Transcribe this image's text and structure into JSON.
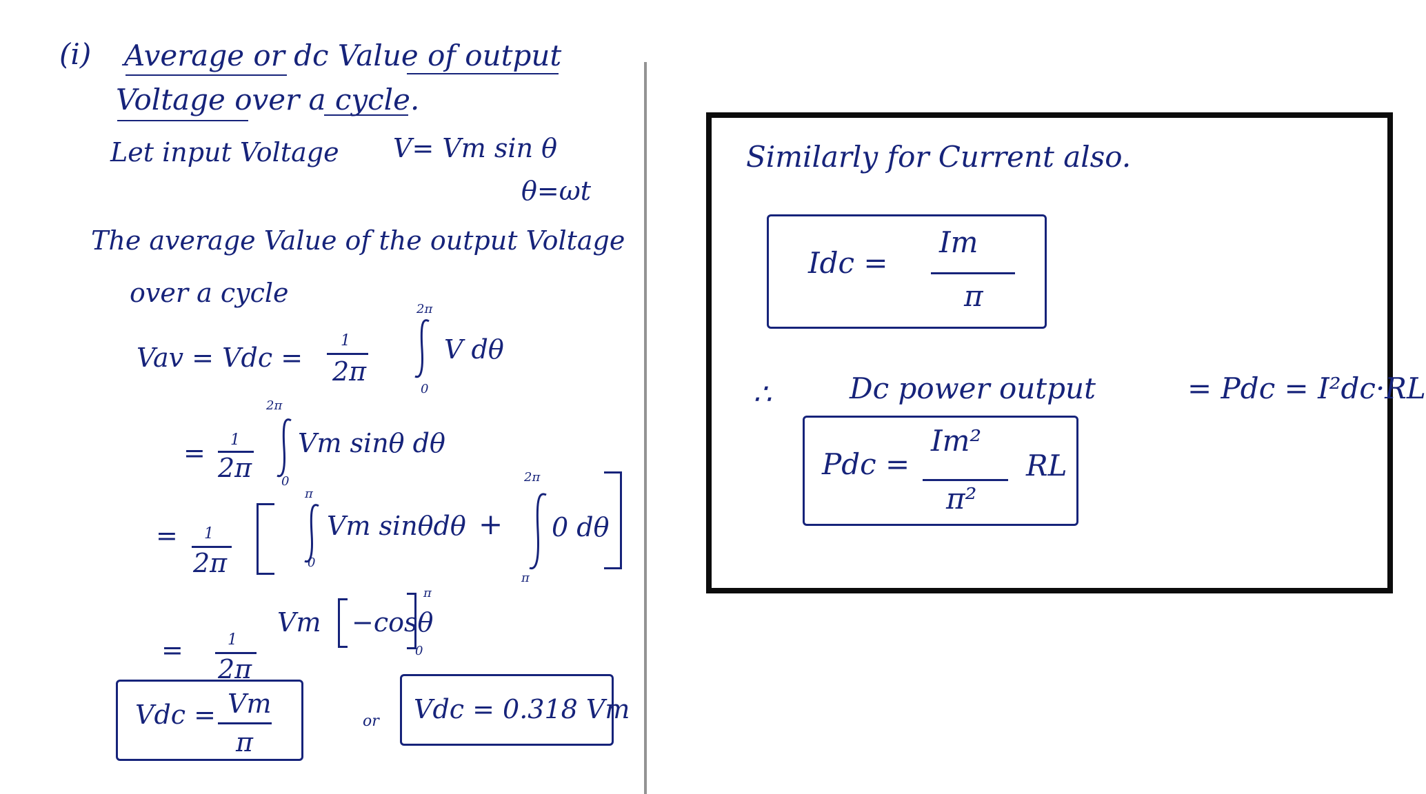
{
  "left_page": {
    "heading": {
      "number": "(i)",
      "line1": "Average or dc Value of output",
      "line2": "Voltage over a cycle."
    },
    "let_line": {
      "text": "Let input Voltage",
      "equation": "V= Vm sin θ",
      "theta_def": "θ=ωt"
    },
    "desc": {
      "line1": "The average Value of the output Voltage",
      "line2": "over a cycle"
    },
    "eq1": {
      "lhs": "Vav = Vdc =",
      "frac_num": "1",
      "frac_den": "2π",
      "upper": "2π",
      "lower": "0",
      "integrand": "V dθ"
    },
    "eq2": {
      "eq_sign": "=",
      "frac_num": "1",
      "frac_den": "2π",
      "upper": "2π",
      "lower": "0",
      "integrand": "Vm sinθ dθ"
    },
    "eq3": {
      "eq_sign": "=",
      "frac_num": "1",
      "frac_den": "2π",
      "upper1": "π",
      "lower1": "0",
      "integrand1": "Vm sinθdθ",
      "plus": "+",
      "upper2": "2π",
      "lower2": "π",
      "integrand2": "0 dθ"
    },
    "eq4": {
      "eq_sign": "=",
      "frac_num": "1",
      "frac_den": "2π",
      "coef": "Vm",
      "bracket_content": "−cosθ",
      "upper": "π",
      "lower": "0"
    },
    "result1": {
      "lhs": "Vdc =",
      "num": "Vm",
      "den": "π"
    },
    "or_text": "or",
    "result2": {
      "text": "Vdc = 0.318 Vm"
    }
  },
  "right_panel": {
    "intro": "Similarly for Current also.",
    "idc_box": {
      "lhs": "Idc =",
      "num": "Im",
      "den": "π"
    },
    "therefore": "∴",
    "power_line": {
      "text": "Dc power output",
      "eq": "= Pdc = I²dc·RL"
    },
    "pdc_box": {
      "lhs": "Pdc =",
      "num": "Im²",
      "den": "π²",
      "suffix": "RL"
    }
  }
}
